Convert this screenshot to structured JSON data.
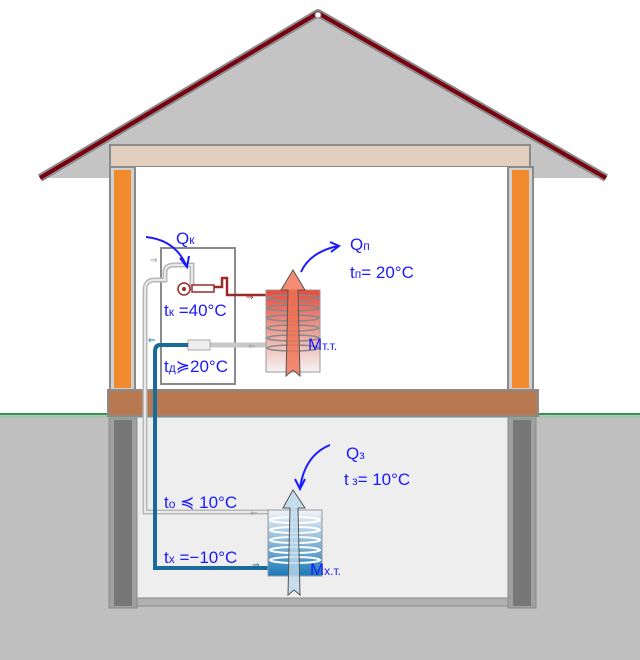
{
  "labels": {
    "q_k": {
      "main": "Q",
      "sub": "к"
    },
    "q_p": {
      "main": "Q",
      "sub": "п"
    },
    "t_p": {
      "main": "t",
      "sub": "п",
      "rest": "= 20°C"
    },
    "t_k": {
      "main": "t",
      "sub": "к",
      "rest": " =40°C"
    },
    "t_d": {
      "main": "t",
      "sub": "д",
      "rest": "≽20°C"
    },
    "m_tt": {
      "main": "M",
      "sub": "т.т."
    },
    "q_z": {
      "main": "Q",
      "sub": "з"
    },
    "t_z": {
      "main": "t",
      "sub": " з",
      "rest": "= 10°C"
    },
    "t_o": {
      "main": "t",
      "sub": "о",
      "rest": " ≼ 10°C"
    },
    "t_x": {
      "main": "t",
      "sub": "х",
      "rest": " =−10°C"
    },
    "m_xt": {
      "main": "M",
      "sub": "х.т."
    }
  },
  "colors": {
    "label": "#1a1aff",
    "roof_edge": "#7a0010",
    "wall_insulation": "#f28a2e",
    "floor_slab": "#b87850",
    "ground": "#c0c0c0",
    "ground_line": "#2a9a4a",
    "hot_pipe": "#9a2a2a",
    "cold_pipe": "#1a6a9a"
  }
}
